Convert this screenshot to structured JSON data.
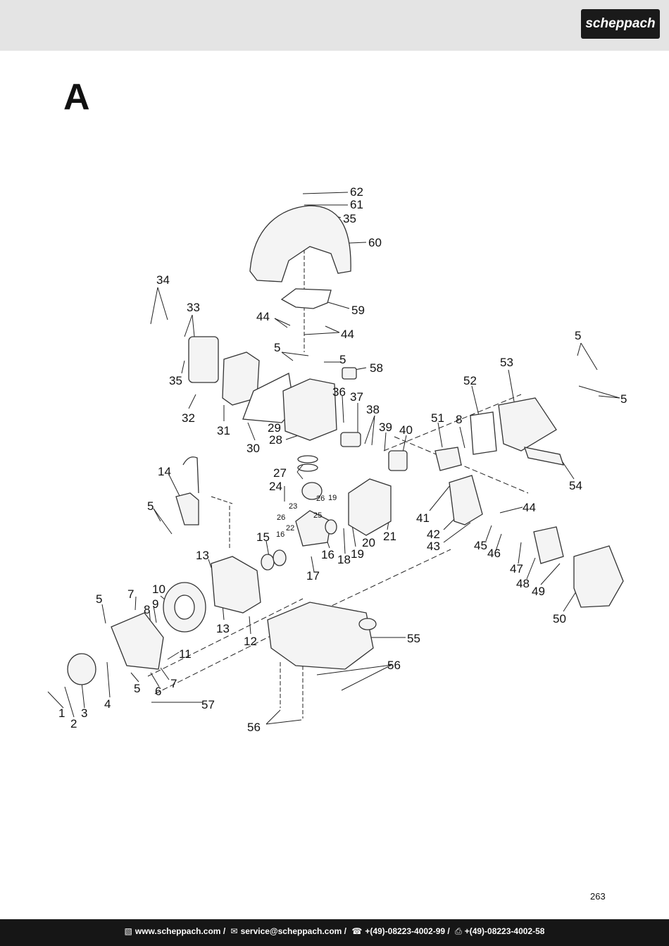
{
  "header": {
    "brand": "scheppach"
  },
  "section": {
    "letter": "A"
  },
  "diagram": {
    "callouts": [
      {
        "id": "c62",
        "text": "62"
      },
      {
        "id": "c61",
        "text": "61"
      },
      {
        "id": "c35a",
        "text": "35"
      },
      {
        "id": "c60",
        "text": "60"
      },
      {
        "id": "c59",
        "text": "59"
      },
      {
        "id": "c34",
        "text": "34"
      },
      {
        "id": "c33",
        "text": "33"
      },
      {
        "id": "c44a",
        "text": "44"
      },
      {
        "id": "c44b",
        "text": "44"
      },
      {
        "id": "c5a",
        "text": "5"
      },
      {
        "id": "c5b",
        "text": "5"
      },
      {
        "id": "c58",
        "text": "58"
      },
      {
        "id": "c35b",
        "text": "35"
      },
      {
        "id": "c36",
        "text": "36"
      },
      {
        "id": "c37",
        "text": "37"
      },
      {
        "id": "c38",
        "text": "38"
      },
      {
        "id": "c39",
        "text": "39"
      },
      {
        "id": "c40",
        "text": "40"
      },
      {
        "id": "c51",
        "text": "51"
      },
      {
        "id": "c8a",
        "text": "8"
      },
      {
        "id": "c52",
        "text": "52"
      },
      {
        "id": "c53",
        "text": "53"
      },
      {
        "id": "c5c",
        "text": "5"
      },
      {
        "id": "c5d",
        "text": "5"
      },
      {
        "id": "c32",
        "text": "32"
      },
      {
        "id": "c31",
        "text": "31"
      },
      {
        "id": "c30",
        "text": "30"
      },
      {
        "id": "c29",
        "text": "29"
      },
      {
        "id": "c28",
        "text": "28"
      },
      {
        "id": "c27",
        "text": "27"
      },
      {
        "id": "c24",
        "text": "24"
      },
      {
        "id": "c14",
        "text": "14"
      },
      {
        "id": "c5e",
        "text": "5"
      },
      {
        "id": "c54",
        "text": "54"
      },
      {
        "id": "c41",
        "text": "41"
      },
      {
        "id": "c42",
        "text": "42"
      },
      {
        "id": "c43",
        "text": "43"
      },
      {
        "id": "c44c",
        "text": "44"
      },
      {
        "id": "c45",
        "text": "45"
      },
      {
        "id": "c46",
        "text": "46"
      },
      {
        "id": "c47",
        "text": "47"
      },
      {
        "id": "c48",
        "text": "48"
      },
      {
        "id": "c49",
        "text": "49"
      },
      {
        "id": "c50",
        "text": "50"
      },
      {
        "id": "c21",
        "text": "21"
      },
      {
        "id": "c20",
        "text": "20"
      },
      {
        "id": "c19",
        "text": "19"
      },
      {
        "id": "c18",
        "text": "18"
      },
      {
        "id": "c16",
        "text": "16"
      },
      {
        "id": "c17",
        "text": "17"
      },
      {
        "id": "c15",
        "text": "15"
      },
      {
        "id": "c13a",
        "text": "13"
      },
      {
        "id": "c13b",
        "text": "13"
      },
      {
        "id": "c12",
        "text": "12"
      },
      {
        "id": "c10",
        "text": "10"
      },
      {
        "id": "c9",
        "text": "9"
      },
      {
        "id": "c8b",
        "text": "8"
      },
      {
        "id": "c7a",
        "text": "7"
      },
      {
        "id": "c5f",
        "text": "5"
      },
      {
        "id": "c11",
        "text": "11"
      },
      {
        "id": "c7b",
        "text": "7"
      },
      {
        "id": "c6",
        "text": "6"
      },
      {
        "id": "c5g",
        "text": "5"
      },
      {
        "id": "c4",
        "text": "4"
      },
      {
        "id": "c3",
        "text": "3"
      },
      {
        "id": "c2",
        "text": "2"
      },
      {
        "id": "c1",
        "text": "1"
      },
      {
        "id": "c55",
        "text": "55"
      },
      {
        "id": "c56a",
        "text": "56"
      },
      {
        "id": "c56b",
        "text": "56"
      },
      {
        "id": "c57",
        "text": "57"
      }
    ],
    "small_callouts": [
      {
        "id": "s19",
        "text": "19"
      },
      {
        "id": "s26a",
        "text": "26"
      },
      {
        "id": "s23",
        "text": "23"
      },
      {
        "id": "s25",
        "text": "25"
      },
      {
        "id": "s26b",
        "text": "26"
      },
      {
        "id": "s22",
        "text": "22"
      },
      {
        "id": "s16",
        "text": "16"
      }
    ]
  },
  "page": {
    "number": "263"
  },
  "footer": {
    "website": "www.scheppach.com /",
    "email": "service@scheppach.com /",
    "phone": "+(49)-08223-4002-99 /",
    "fax": "+(49)-08223-4002-58"
  }
}
